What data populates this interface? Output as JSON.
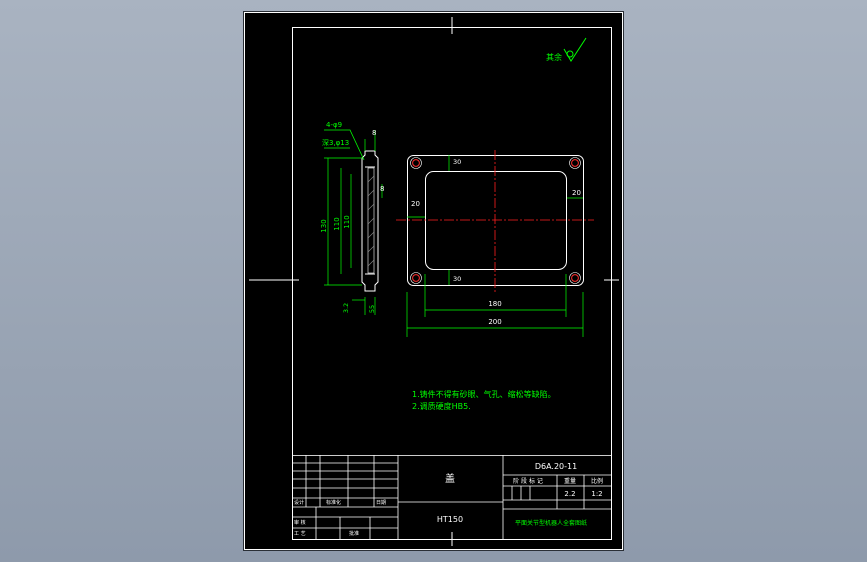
{
  "drawing": {
    "surface_note": "其余",
    "dimensions": {
      "holes": "4-φ9",
      "counterbore": "深3,φ13",
      "thickness_top": "8",
      "thickness_right": "8",
      "side_overall": "130",
      "side_inner_1": "110",
      "side_inner_2": "110",
      "chamfer": "3.2",
      "side_bottom": "55",
      "front_top": "30",
      "front_right": "20",
      "front_left": "20",
      "front_bottom": "30",
      "inner_width": "180",
      "overall_width": "200"
    },
    "notes": [
      "1.铸件不得有砂眼、气孔、缩松等缺陷。",
      "2.调质硬度HB5."
    ]
  },
  "title_block": {
    "part_name": "盖",
    "drawing_no": "D6A.20-11",
    "material": "HT150",
    "scale": "1:2",
    "mass": "2.2",
    "stage_label": "阶 段 标 记",
    "mass_label": "重量",
    "scale_label": "比例",
    "company": "平面关节型机器人全套图纸",
    "row_labels": {
      "design": "设计",
      "standardize": "标准化",
      "approve": "批准",
      "process": "工 艺",
      "check": "审 核",
      "date": "日期"
    }
  },
  "colors": {
    "background": "#8e9aab",
    "sheet": "#000000",
    "frame": "#ffffff",
    "dimension": "#00ff00",
    "centerline": "#ff2020",
    "hole": "#ff3030"
  }
}
